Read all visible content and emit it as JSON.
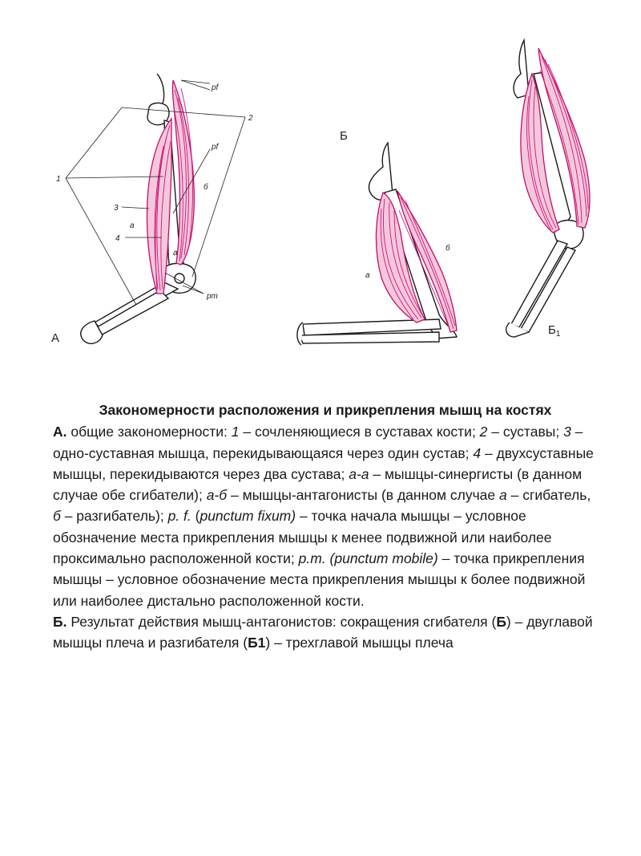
{
  "figure": {
    "panel_labels": {
      "a": "А",
      "b": "Б",
      "b1": "Б",
      "b1_sub": "1"
    },
    "labels": {
      "pf_top": "pf",
      "pf_mid": "pf",
      "pm": "pm",
      "n1": "1",
      "n2": "2",
      "n3": "3",
      "n4": "4",
      "a_upper": "а",
      "a_lower": "а",
      "b_A": "б",
      "a_B": "а",
      "b_B": "б"
    },
    "colors": {
      "muscle": "#c0106a",
      "bone": "#1a1a1a"
    }
  },
  "caption": {
    "title": "Закономерности расположения и прикрепления мышц на костях",
    "a_label": "А.",
    "a_text1": " общие закономерности: ",
    "n1": "1",
    "a_text2": " – сочленяющиеся в суставах кости; ",
    "n2": "2",
    "a_text3": " – суставы; ",
    "n3": "3",
    "a_text4": " – одно-суставная мышца, перекидывающаяся через один сустав; ",
    "n4": "4",
    "a_text5": " – двухсуставные мышцы, перекидываются через два сустава; ",
    "aa": "а-а",
    "a_text6": " – мышцы-синергисты (в данном случае обе сгибатели); ",
    "ab": "а-б",
    "a_text7": " – мышцы-антагонисты (в данном случае ",
    "a_single": "а",
    "a_text8": " – сгибатель, ",
    "b_single": "б",
    "a_text9": " – разгибатель); ",
    "pf_abbr": "p. f.",
    "a_text10": " (",
    "pf_full": "punctum fixum)",
    "a_text11": " – точка начала мышцы – условное обозначение места прикрепления мышцы к менее подвижной или наиболее проксимально расположенной кости; ",
    "pm_full": "p.m. (punctum mobile)",
    "a_text12": " – точка прикрепления мышцы – условное обозначение места прикрепления мышцы к более подвижной или наиболее дистально расположенной кости.",
    "b_label": "Б.",
    "b_text1": " Результат действия мышц-антагонистов: сокращения сгибателя (",
    "b_ref1": "Б",
    "b_text2": ") – двуглавой мышцы плеча и разгибателя (",
    "b_ref2": "Б1",
    "b_text3": ") – трехглавой мышцы плеча"
  }
}
